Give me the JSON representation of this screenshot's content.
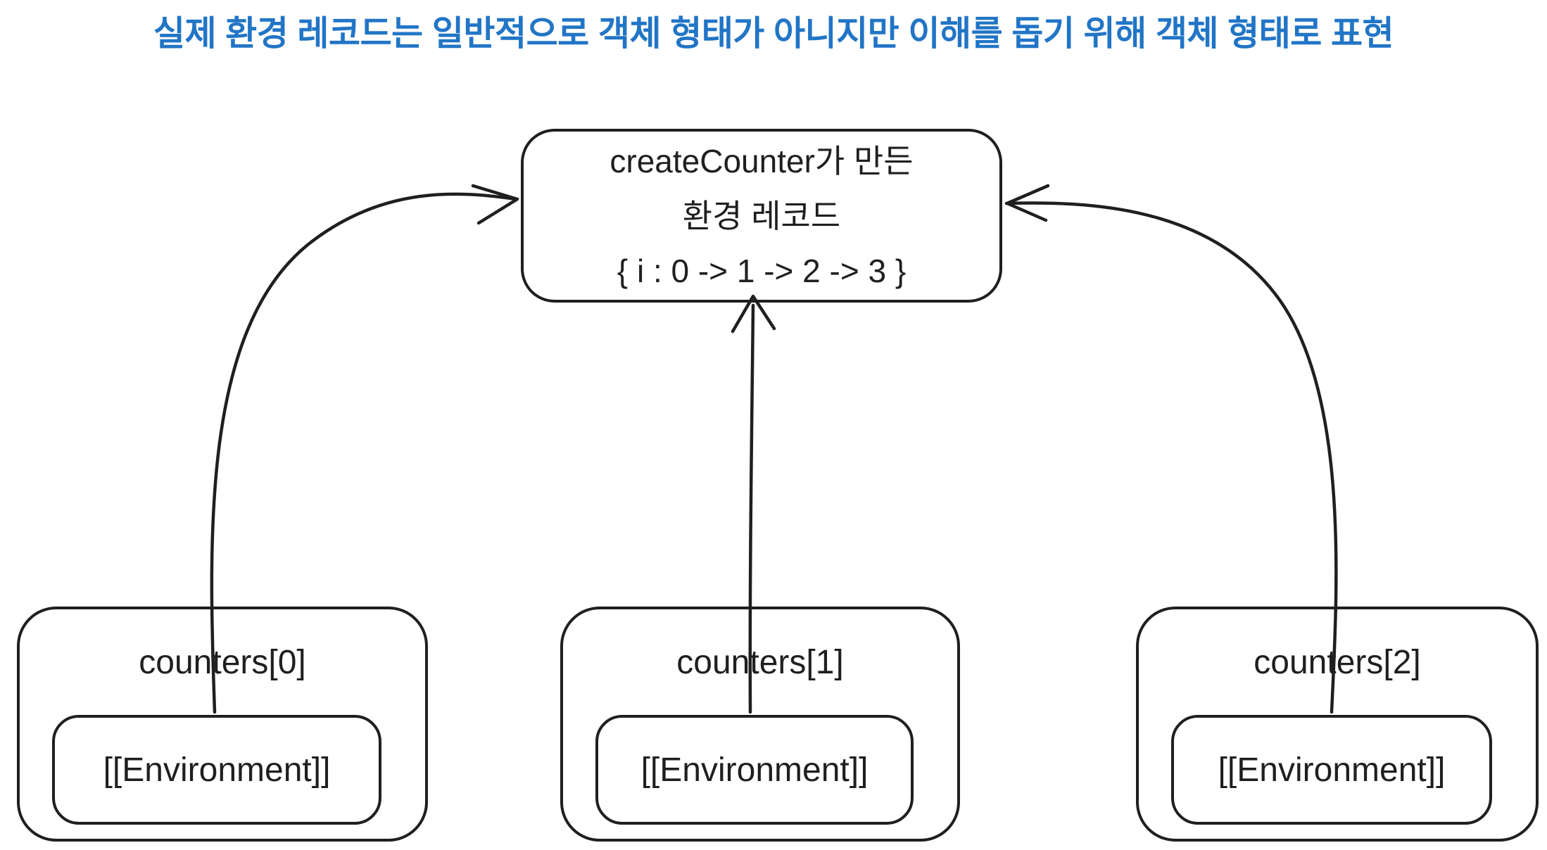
{
  "title": {
    "text": "실제 환경 레코드는 일반적으로 객체 형태가 아니지만 이해를 돕기 위해 객체 형태로 표현",
    "color": "#2175c6"
  },
  "env_record_box": {
    "line1": "createCounter가 만든",
    "line2": "환경 레코드",
    "line3": "{ i : 0 -> 1 -> 2 -> 3 }"
  },
  "counters": [
    {
      "label": "counters[0]",
      "slot": "[[Environment]]"
    },
    {
      "label": "counters[1]",
      "slot": "[[Environment]]"
    },
    {
      "label": "counters[2]",
      "slot": "[[Environment]]"
    }
  ],
  "edges": [
    {
      "from": "counters[0].[[Environment]]",
      "to": "createCounter가 만든 환경 레코드",
      "direction": "curves up-right into left side of record box"
    },
    {
      "from": "counters[1].[[Environment]]",
      "to": "createCounter가 만든 환경 레코드",
      "direction": "straight up into bottom of record box"
    },
    {
      "from": "counters[2].[[Environment]]",
      "to": "createCounter가 만든 환경 레코드",
      "direction": "curves up-left into right side of record box"
    }
  ],
  "colors": {
    "ink": "#1f1f1f",
    "background": "#ffffff",
    "title": "#2175c6"
  }
}
